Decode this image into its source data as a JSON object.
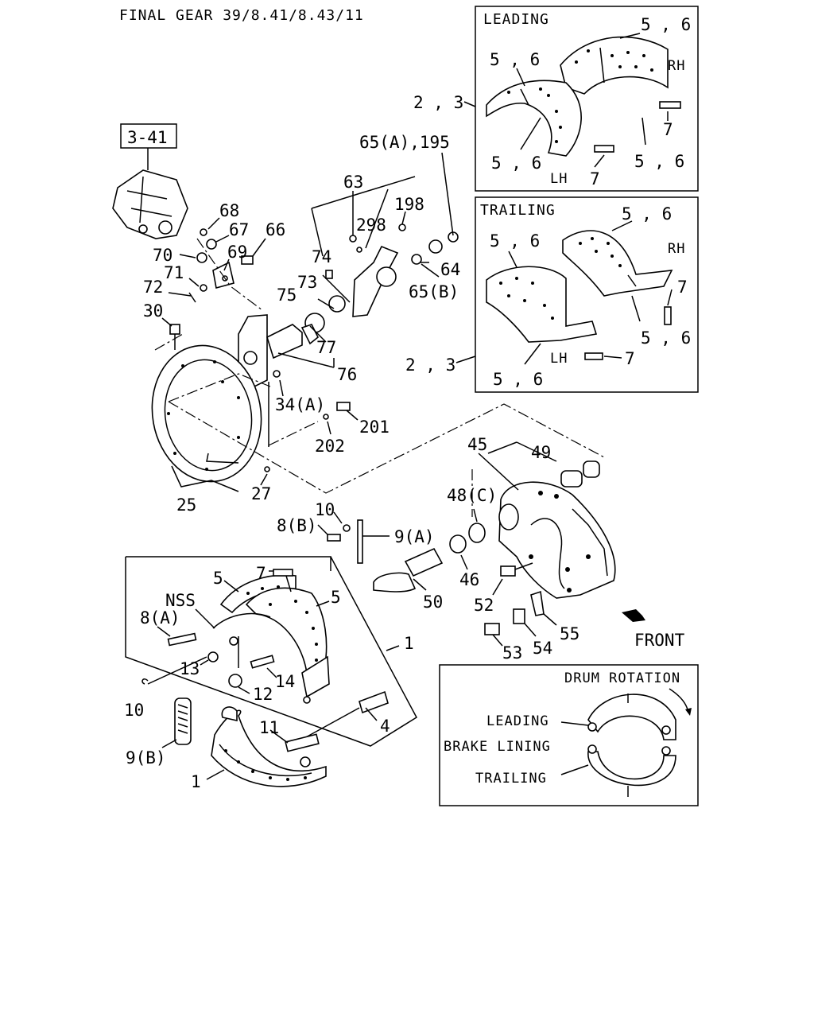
{
  "header": {
    "title": "FINAL GEAR 39/8.41/8.43/11"
  },
  "ref_box": "3-41",
  "panels": {
    "leading": {
      "title": "LEADING",
      "rh": "RH",
      "lh": "LH",
      "lbl_56_a": "5 , 6",
      "lbl_56_b": "5 , 6",
      "lbl_56_c": "5 , 6",
      "lbl_56_d": "5 , 6",
      "lbl_7_a": "7",
      "lbl_7_b": "7",
      "lbl_23": "2 , 3"
    },
    "trailing": {
      "title": "TRAILING",
      "rh": "RH",
      "lh": "LH",
      "lbl_56_a": "5 , 6",
      "lbl_56_b": "5 , 6",
      "lbl_56_c": "5 , 6",
      "lbl_56_d": "5 , 6",
      "lbl_7_a": "7",
      "lbl_7_b": "7",
      "lbl_23": "2 , 3"
    },
    "drum": {
      "title": "DRUM ROTATION",
      "leading": "LEADING",
      "brake_lining": "BRAKE LINING",
      "trailing": "TRAILING"
    }
  },
  "labels": {
    "p68": "68",
    "p67": "67",
    "p66": "66",
    "p70": "70",
    "p69": "69",
    "p71": "71",
    "p72": "72",
    "p30": "30",
    "p63": "63",
    "p198": "198",
    "p298": "298",
    "p65a195": "65(A),195",
    "p74": "74",
    "p73": "73",
    "p75": "75",
    "p64": "64",
    "p65b": "65(B)",
    "p77": "77",
    "p76": "76",
    "p34a": "34(A)",
    "p201": "201",
    "p202": "202",
    "p25": "25",
    "p27": "27",
    "p45": "45",
    "p49": "49",
    "p48c": "48(C)",
    "p10a": "10",
    "p8b": "8(B)",
    "p9a": "9(A)",
    "p46": "46",
    "p50": "50",
    "p52": "52",
    "p55": "55",
    "p53": "53",
    "p54": "54",
    "front": "FRONT",
    "p7": "7",
    "p5a": "5",
    "p5b": "5",
    "nss": "NSS",
    "p8a": "8(A)",
    "p1a": "1",
    "p13": "13",
    "p12": "12",
    "p14": "14",
    "p10b": "10",
    "p11": "11",
    "p4": "4",
    "p9b": "9(B)",
    "p1b": "1"
  }
}
